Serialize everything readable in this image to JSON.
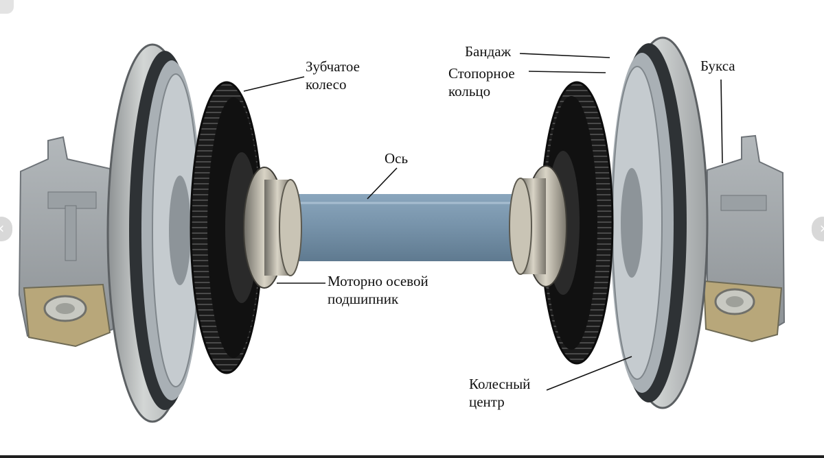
{
  "labels": {
    "gear_1": "Зубчатое",
    "gear_2": "колесо",
    "tire": "Бандаж",
    "ring_1": "Стопорное",
    "ring_2": "кольцо",
    "axlebox": "Букса",
    "axle": "Ось",
    "bearing_1": "Моторно осевой",
    "bearing_2": "подшипник",
    "center_1": "Колесный",
    "center_2": "центр"
  },
  "icons": {
    "prev": "chevron-left-icon",
    "next": "chevron-right-icon"
  },
  "colors": {
    "axle": "#7f9bb2",
    "gear": "#161616",
    "tire": "#c3c6c5",
    "housing": "#a4a9ad"
  }
}
